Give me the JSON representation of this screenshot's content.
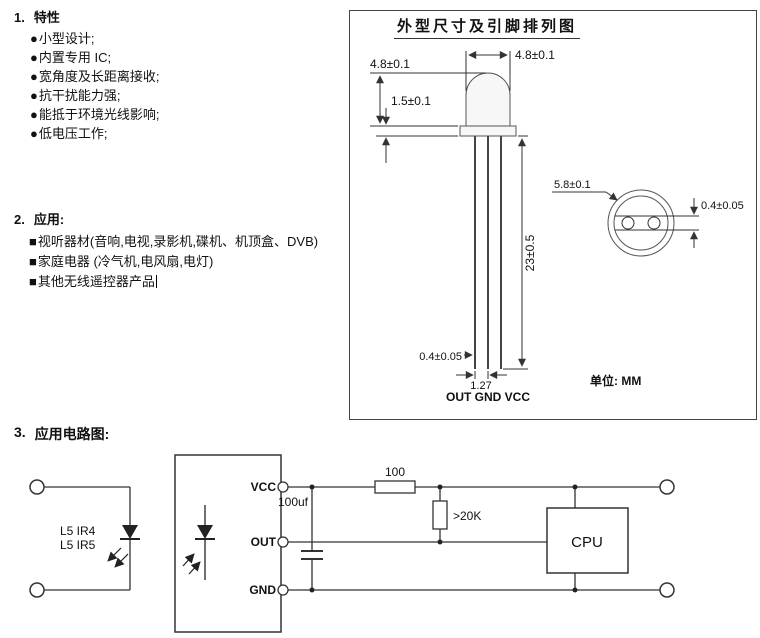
{
  "features": {
    "number": "1.",
    "title": "特性",
    "bullet": "●",
    "items": [
      "小型设计;",
      "内置专用 IC;",
      "宽角度及长距离接收;",
      "抗干扰能力强;",
      "能抵于环境光线影响;",
      "低电压工作;"
    ]
  },
  "applications": {
    "number": "2.",
    "title": "应用:",
    "bullet": "■",
    "items": [
      "视听器材(音响,电视,录影机,碟机、机顶盒、DVB)",
      "家庭电器 (冷气机,电风扇,电灯)",
      "其他无线遥控器产品"
    ]
  },
  "outline_drawing": {
    "title": "外型尺寸及引脚排列图",
    "front_view": {
      "dome_width": "4.8±0.1",
      "body_height": "4.8±0.1",
      "flange_height": "1.5±0.1",
      "lead_length": "23±0.5",
      "lead_width": "0.4±0.05",
      "lead_pitch": "1.27",
      "pin_labels": "OUT GND VCC"
    },
    "top_view": {
      "outer_diameter": "5.8±0.1",
      "lead_thickness": "0.4±0.05"
    },
    "unit_note": "单位: MM"
  },
  "circuit": {
    "number": "3.",
    "title": "应用电路图:",
    "ir_led_label_1": "L5 IR4",
    "ir_led_label_2": "L5 IR5",
    "pin_vcc": "VCC",
    "pin_out": "OUT",
    "pin_gnd": "GND",
    "capacitor": "100uf",
    "resistor_series": "100",
    "resistor_pullup": ">20K",
    "cpu_label": "CPU"
  }
}
